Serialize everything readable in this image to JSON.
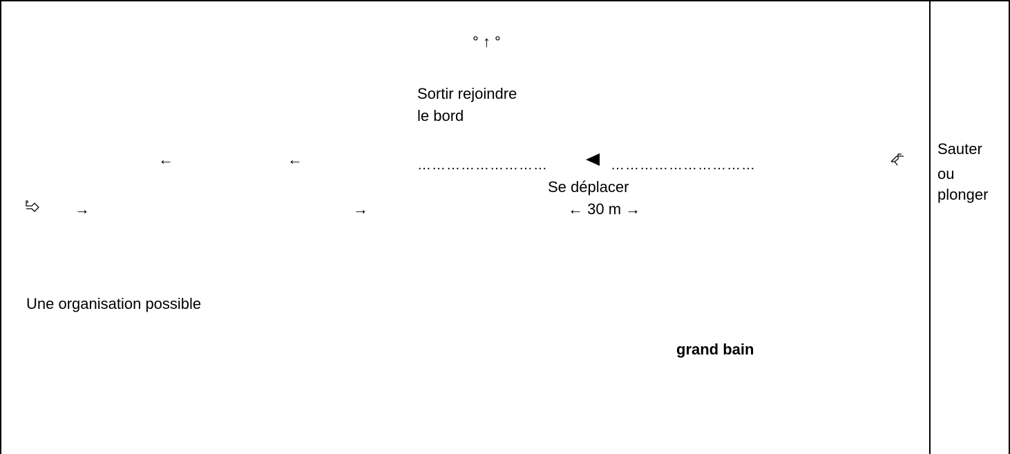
{
  "diagram": {
    "top_marker": "° ↑ °",
    "exit_label_line1": "Sortir rejoindre",
    "exit_label_line2": "le bord",
    "dotted_left": "………………………",
    "dotted_right": "…………………………",
    "move_label": "Se déplacer",
    "distance_label": "← 30 m →",
    "arrow_left": "←",
    "arrow_right": "→",
    "organisation_label": "Une organisation possible",
    "zone_label": "grand bain",
    "side_panel": {
      "line1": "Sauter",
      "line2": "ou",
      "line3": "plonger"
    }
  }
}
